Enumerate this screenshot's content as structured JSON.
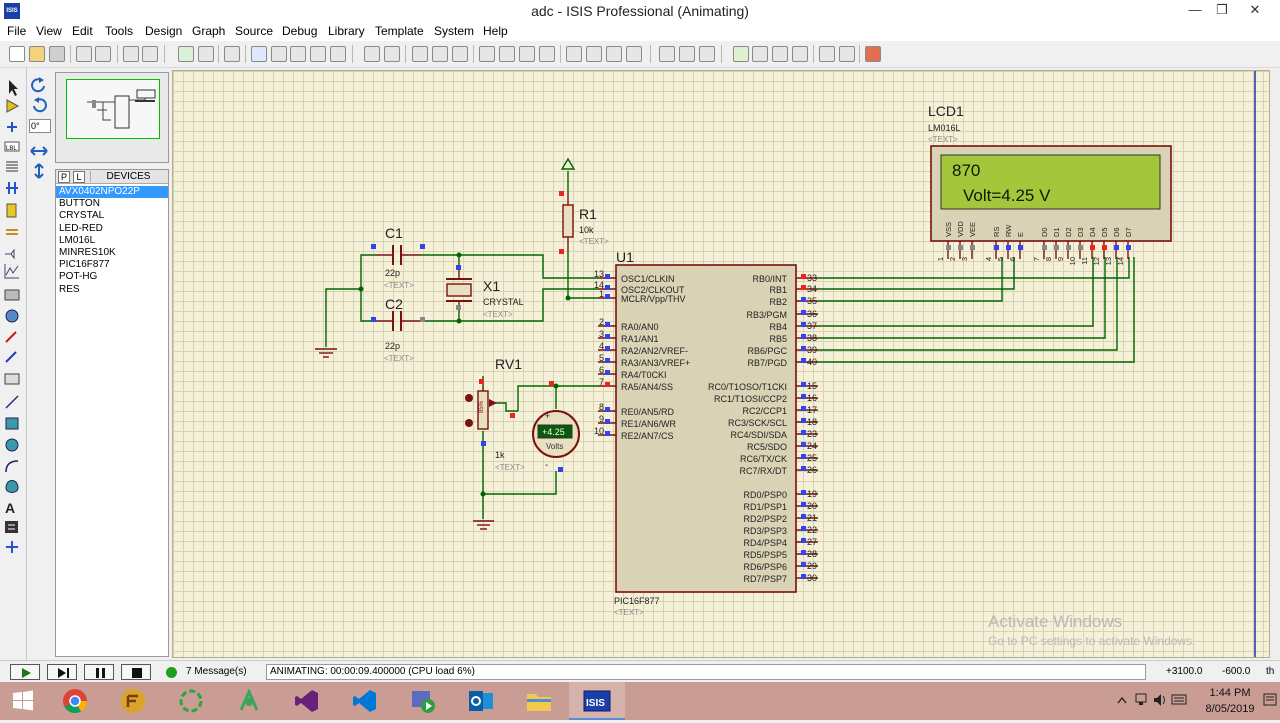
{
  "window": {
    "title": "adc - ISIS Professional (Animating)",
    "app_icon_label": "ISIS",
    "controls": {
      "minimize": "—",
      "restore": "❒",
      "close": "✕"
    }
  },
  "menu": [
    "File",
    "View",
    "Edit",
    "Tools",
    "Design",
    "Graph",
    "Source",
    "Debug",
    "Library",
    "Template",
    "System",
    "Help"
  ],
  "rotation_value": "0°",
  "device_panel": {
    "p_label": "P",
    "l_label": "L",
    "title": "DEVICES",
    "items": [
      "AVX0402NPO22P",
      "BUTTON",
      "CRYSTAL",
      "LED-RED",
      "LM016L",
      "MINRES10K",
      "PIC16F877",
      "POT-HG",
      "RES"
    ],
    "selected_index": 0
  },
  "schematic": {
    "lcd": {
      "ref": "LCD1",
      "part": "LM016L",
      "text_tag": "<TEXT>",
      "line1": "870",
      "line2": "Volt=4.25 V",
      "pin_names": [
        "VSS",
        "VDD",
        "VEE",
        "RS",
        "RW",
        "E",
        "D0",
        "D1",
        "D2",
        "D3",
        "D4",
        "D5",
        "D6",
        "D7"
      ],
      "pin_numbers": [
        "1",
        "2",
        "3",
        "4",
        "5",
        "6",
        "7",
        "8",
        "9",
        "10",
        "11",
        "12",
        "13",
        "14"
      ]
    },
    "mcu": {
      "ref": "U1",
      "part": "PIC16F877",
      "text_tag": "<TEXT>",
      "left_pins": [
        {
          "num": "13",
          "name": "OSC1/CLKIN"
        },
        {
          "num": "14",
          "name": "OSC2/CLKOUT"
        },
        {
          "num": "1",
          "name": "MCLR/Vpp/THV"
        },
        {
          "num": "2",
          "name": "RA0/AN0"
        },
        {
          "num": "3",
          "name": "RA1/AN1"
        },
        {
          "num": "4",
          "name": "RA2/AN2/VREF-"
        },
        {
          "num": "5",
          "name": "RA3/AN3/VREF+"
        },
        {
          "num": "6",
          "name": "RA4/T0CKI"
        },
        {
          "num": "7",
          "name": "RA5/AN4/SS"
        },
        {
          "num": "8",
          "name": "RE0/AN5/RD"
        },
        {
          "num": "9",
          "name": "RE1/AN6/WR"
        },
        {
          "num": "10",
          "name": "RE2/AN7/CS"
        }
      ],
      "right_pins": [
        {
          "num": "33",
          "name": "RB0/INT"
        },
        {
          "num": "34",
          "name": "RB1"
        },
        {
          "num": "35",
          "name": "RB2"
        },
        {
          "num": "36",
          "name": "RB3/PGM"
        },
        {
          "num": "37",
          "name": "RB4"
        },
        {
          "num": "38",
          "name": "RB5"
        },
        {
          "num": "39",
          "name": "RB6/PGC"
        },
        {
          "num": "40",
          "name": "RB7/PGD"
        },
        {
          "num": "15",
          "name": "RC0/T1OSO/T1CKI"
        },
        {
          "num": "16",
          "name": "RC1/T1OSI/CCP2"
        },
        {
          "num": "17",
          "name": "RC2/CCP1"
        },
        {
          "num": "18",
          "name": "RC3/SCK/SCL"
        },
        {
          "num": "23",
          "name": "RC4/SDI/SDA"
        },
        {
          "num": "24",
          "name": "RC5/SDO"
        },
        {
          "num": "25",
          "name": "RC6/TX/CK"
        },
        {
          "num": "26",
          "name": "RC7/RX/DT"
        },
        {
          "num": "19",
          "name": "RD0/PSP0"
        },
        {
          "num": "20",
          "name": "RD1/PSP1"
        },
        {
          "num": "21",
          "name": "RD2/PSP2"
        },
        {
          "num": "22",
          "name": "RD3/PSP3"
        },
        {
          "num": "27",
          "name": "RD4/PSP4"
        },
        {
          "num": "28",
          "name": "RD5/PSP5"
        },
        {
          "num": "29",
          "name": "RD6/PSP6"
        },
        {
          "num": "30",
          "name": "RD7/PSP7"
        }
      ]
    },
    "c1": {
      "ref": "C1",
      "value": "22p",
      "text_tag": "<TEXT>"
    },
    "c2": {
      "ref": "C2",
      "value": "22p",
      "text_tag": "<TEXT>"
    },
    "x1": {
      "ref": "X1",
      "part": "CRYSTAL",
      "text_tag": "<TEXT>"
    },
    "r1": {
      "ref": "R1",
      "value": "10k",
      "text_tag": "<TEXT>"
    },
    "rv1": {
      "ref": "RV1",
      "value": "1k",
      "text_tag": "<TEXT>",
      "wiper": "85%"
    },
    "voltmeter": {
      "reading": "+4.25",
      "unit": "Volts",
      "plus": "+",
      "minus": "-"
    }
  },
  "status": {
    "messages": "7 Message(s)",
    "animation": "ANIMATING: 00:00:09.400000 (CPU load 6%)",
    "coord_x": "+3100.0",
    "coord_y": "-600.0",
    "unit": "th"
  },
  "watermark": {
    "title": "Activate Windows",
    "subtitle": "Go to PC settings to activate Windows."
  },
  "taskbar": {
    "time": "1:44 PM",
    "date": "8/05/2019",
    "isis_label": "ISIS"
  },
  "colors": {
    "sheet": "#f5f0d8",
    "wire": "#006400",
    "component": "#7a1010",
    "lcd_screen": "#a4c63a",
    "pin_logic_low": "#3344ee",
    "pin_logic_high": "#ee2222",
    "taskbar": "#c99d94"
  }
}
